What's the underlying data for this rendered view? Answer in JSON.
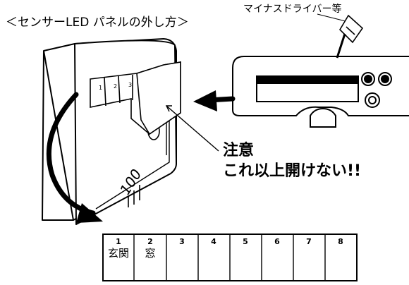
{
  "heading": "＜センサーLED パネルの外し方＞",
  "tool_label": "マイナスドライバー等",
  "warning": {
    "line1": "注意",
    "line2": "これ以上開けない!!"
  },
  "panel_numbers": [
    "1",
    "2",
    "3"
  ],
  "cover_number": "100",
  "strip": {
    "numbers": [
      "1",
      "2",
      "3",
      "4",
      "5",
      "6",
      "7",
      "8"
    ],
    "notes": [
      "玄関",
      "窓",
      "",
      "",
      "",
      "",
      "",
      ""
    ]
  }
}
